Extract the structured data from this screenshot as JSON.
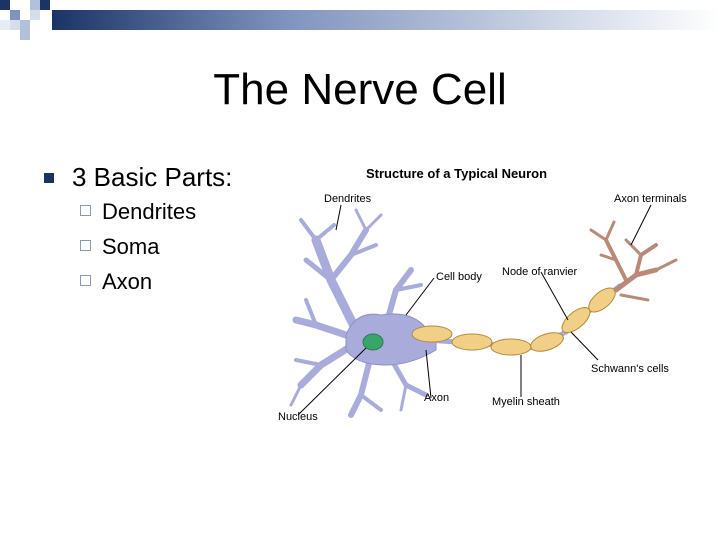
{
  "slide": {
    "title": "The Nerve Cell",
    "bullet": "3 Basic Parts:",
    "sub_items": [
      "Dendrites",
      "Soma",
      "Axon"
    ]
  },
  "figure": {
    "heading": "Structure of a Typical Neuron",
    "labels": {
      "dendrites": "Dendrites",
      "axon_terminals": "Axon terminals",
      "cell_body": "Cell body",
      "node_of_ranvier": "Node of ranvier",
      "schwanns_cells": "Schwann's cells",
      "axon": "Axon",
      "myelin_sheath": "Myelin sheath",
      "nucleus": "Nucleus"
    }
  },
  "colors": {
    "band_start": "#1a3466",
    "bullet_square": "#1a3466",
    "cell_body": "#a9acdb",
    "nucleus": "#3aa56b",
    "schwann_cell": "#f2cf86",
    "axon_terminal": "#b98a78"
  }
}
